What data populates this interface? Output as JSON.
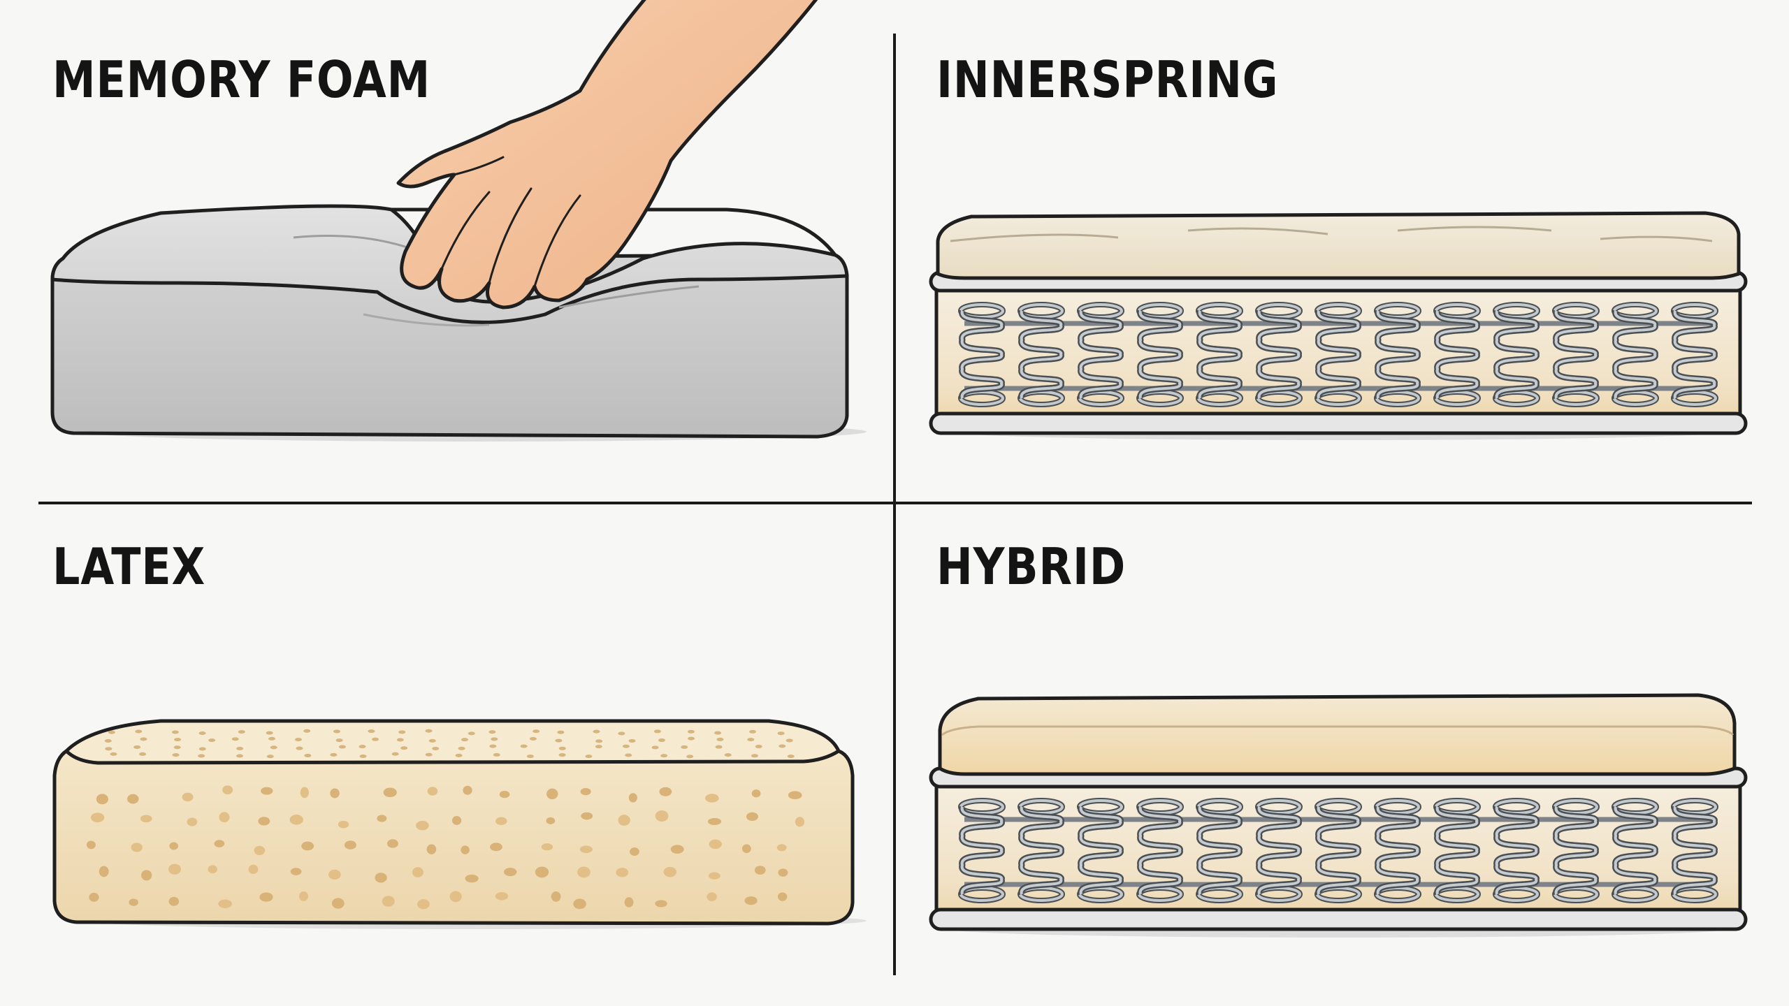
{
  "panels": {
    "memory_foam": {
      "title": "MEMORY FOAM"
    },
    "innerspring": {
      "title": "INNERSPRING"
    },
    "latex": {
      "title": "LATEX"
    },
    "hybrid": {
      "title": "HYBRID"
    }
  },
  "colors": {
    "background": "#f7f7f6",
    "outline": "#1f1f1f",
    "memory_foam_gray": "#c9c9c9",
    "cream_top": "#efe7d6",
    "beige_base": "#f0d9ae",
    "coil_steel": "#a9aeb3",
    "latex_foam": "#efdcb6",
    "hybrid_top": "#f1dcb0",
    "skin": "#f4c39c"
  }
}
